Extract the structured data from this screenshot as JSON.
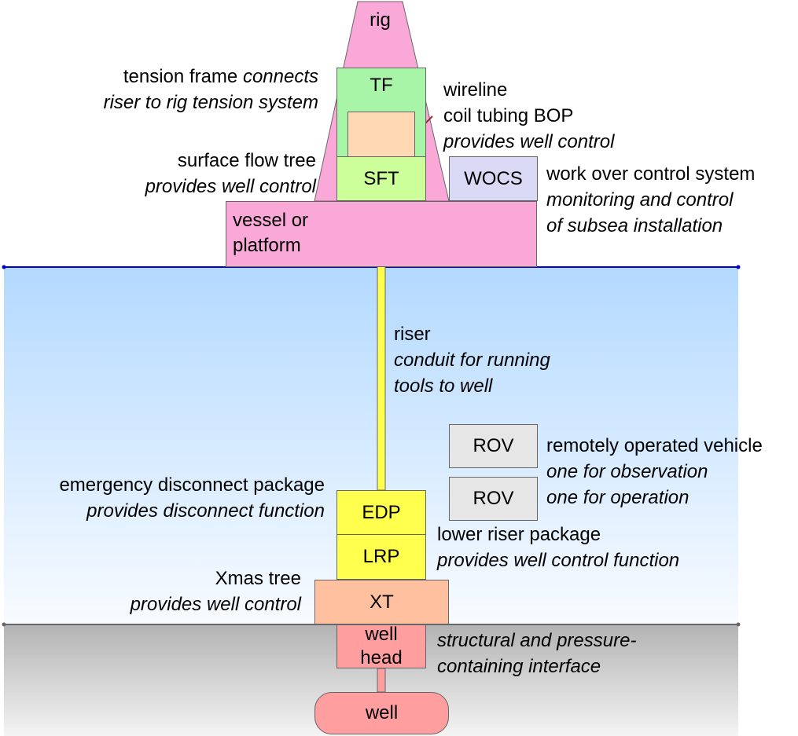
{
  "components": {
    "rig": "rig",
    "tf": "TF",
    "sft": "SFT",
    "wocs": "WOCS",
    "vessel": [
      "vessel or",
      "platform"
    ],
    "edp": "EDP",
    "lrp": "LRP",
    "xt": "XT",
    "wellhead": [
      "well",
      "head"
    ],
    "well": "well",
    "rov1": "ROV",
    "rov2": "ROV"
  },
  "labels": {
    "tension_frame": {
      "line1_plain": "tension frame",
      "line1_italic": "connects",
      "line2": "riser to rig tension system"
    },
    "wireline": [
      "wireline",
      "coil tubing BOP",
      "provides well control"
    ],
    "surface_flow_tree": [
      "surface flow tree",
      "provides well control"
    ],
    "wocs": [
      "work over control system",
      "monitoring and control",
      "of subsea installation"
    ],
    "riser": [
      "riser",
      "conduit for running",
      "tools to well"
    ],
    "rov": [
      "remotely operated vehicle",
      "one for observation",
      "one for operation"
    ],
    "edp": [
      "emergency disconnect package",
      "provides disconnect function"
    ],
    "lrp": [
      "lower riser package",
      "provides well control function"
    ],
    "xmas_tree": [
      "Xmas tree",
      "provides well control"
    ],
    "wellhead": [
      "structural and pressure-",
      "containing interface"
    ]
  },
  "colors": {
    "rig_pink": "#f9a8d8",
    "tf_green": "#a8f5a8",
    "sft_green": "#ccff99",
    "wocs_lavender": "#d9d9f5",
    "coil_peach": "#ffd9b3",
    "yellow": "#ffff4d",
    "xt_salmon": "#ffc09f",
    "wellhead_red": "#ff9e9e",
    "rov_grey": "#e6e6e6",
    "sea_top": "#b3d9ff",
    "seabed": "#b3b3b3",
    "waterline": "#0000cc"
  }
}
